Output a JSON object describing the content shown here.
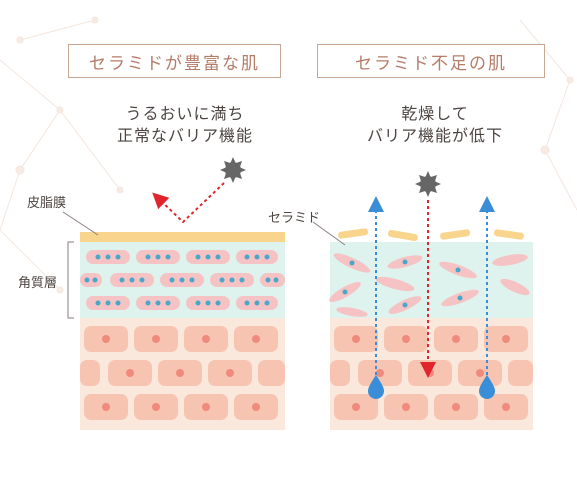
{
  "titles": {
    "left": "セラミドが豊富な肌",
    "right": "セラミド不足の肌"
  },
  "subtitles": {
    "left_line1": "うるおいに満ち",
    "left_line2": "正常なバリア機能",
    "right_line1": "乾燥して",
    "right_line2": "バリア機能が低下"
  },
  "labels": {
    "sebum_membrane": "皮脂膜",
    "stratum_corneum": "角質層",
    "ceramide": "セラミド"
  },
  "colors": {
    "frame_border": "#c9a692",
    "title_text": "#b57c68",
    "sebum": "#f8d48c",
    "stratum_bg": "#dff3ee",
    "corneocyte": "#f5c3c3",
    "ceramide_dot": "#4aa7c9",
    "lower_cells_bg": "#fbe8dc",
    "lower_cell": "#f7c4b2",
    "nucleus": "#f08a7c",
    "water_arrow": "#3a8ed8",
    "irritant_arrow": "#e0262c",
    "irritant": "#666666"
  },
  "icons": [
    "irritant-icon",
    "water-drop-icon",
    "arrow-up-icon",
    "arrow-down-icon"
  ]
}
